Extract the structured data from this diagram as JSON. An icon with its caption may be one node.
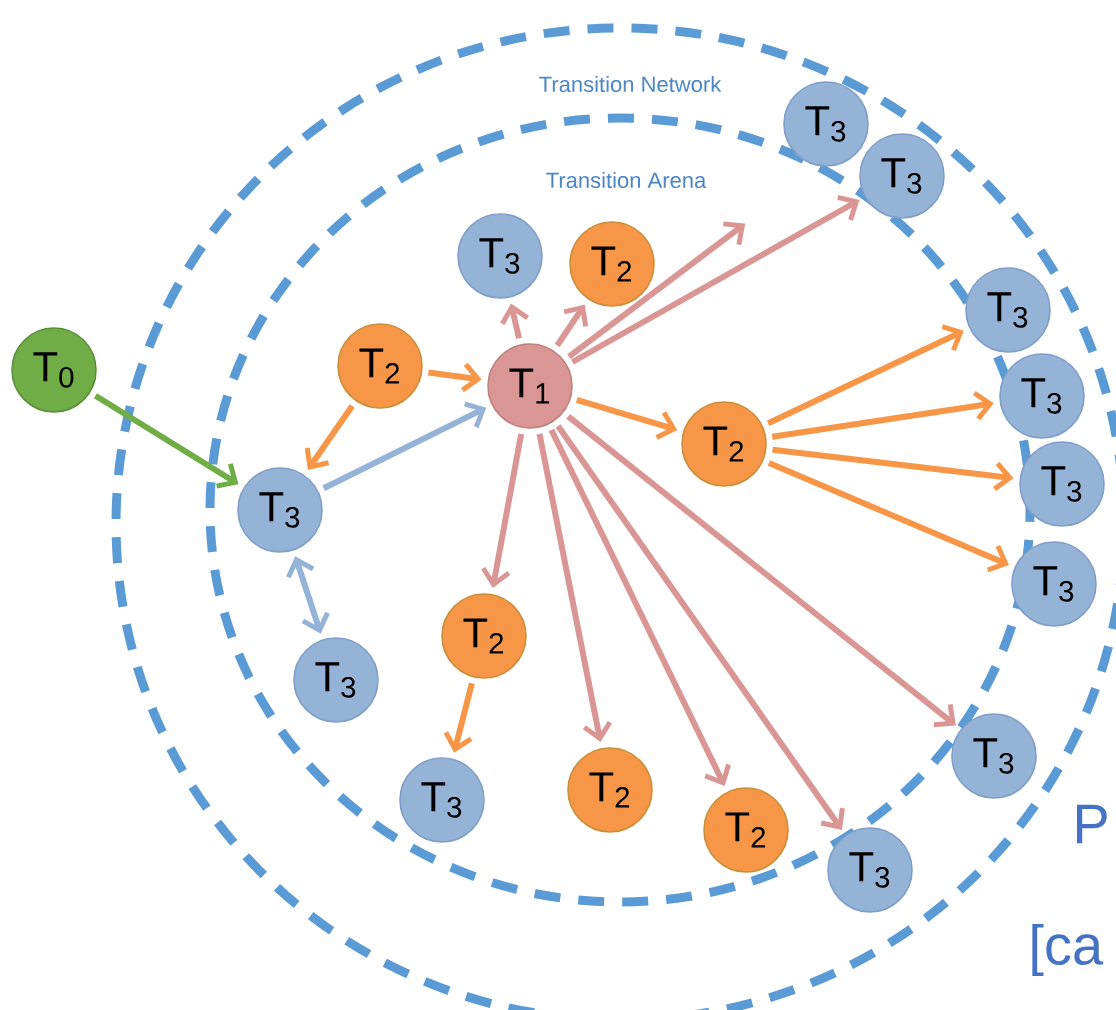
{
  "diagram": {
    "nodes": [
      {
        "text": [
          "Transition Network"
        ]
      },
      {
        "text": [
          "Transition Arena"
        ],
        "in": 0
      },
      {
        "text": [
          "T$_{0}$"
        ]
      },
      {
        "text": [
          "T$_{3}$"
        ],
        "in": 1
      },
      {
        "text": [
          "T$_{3}$"
        ],
        "in": 1
      },
      {
        "text": [
          "T$_{2}$"
        ],
        "in": 1
      },
      {
        "text": [
          "T$_{1}$"
        ],
        "in": 1
      },
      {
        "text": [
          "T$_{3}$"
        ],
        "in": 1
      },
      {
        "text": [
          "T$_{2}$"
        ],
        "in": 1
      },
      {
        "text": [
          "T$_{2}$"
        ],
        "in": 1
      },
      {
        "text": [
          "T$_{3}$"
        ],
        "in": 0
      },
      {
        "text": [
          "T$_{3}$"
        ],
        "in": 0
      },
      {
        "text": [
          "T$_{3}$"
        ],
        "in": 0
      },
      {
        "text": [
          "T$_{3}$"
        ],
        "in": 0
      },
      {
        "text": [
          "T$_{3}$"
        ],
        "in": 0
      },
      {
        "text": [
          "T$_{3}$"
        ],
        "in": 0
      },
      {
        "text": [
          "T$_{2}$"
        ],
        "in": 1
      },
      {
        "text": [
          "T$_{3}$"
        ],
        "in": 1
      },
      {
        "text": [
          "T$_{2}$"
        ],
        "in": 1
      },
      {
        "text": [
          "T$_{2}$"
        ],
        "in": 1
      },
      {
        "text": [
          "T$_{3}$"
        ],
        "in": 0
      },
      {
        "text": [
          "T$_{3}$"
        ],
        "in": 0
      }
    ],
    "edges": [
      {
        "from": 2,
        "to": 3,
        "arrow": "to",
        "color": "#70ad47"
      },
      {
        "from": 3,
        "to": 6,
        "arrow": "to",
        "color": "#95b3d7"
      },
      {
        "from": 5,
        "to": 6,
        "arrow": "to",
        "color": "#f79646"
      },
      {
        "from": 5,
        "to": 3,
        "arrow": "to",
        "color": "#f79646"
      },
      {
        "from": 3,
        "to": 4,
        "arrow": "both",
        "color": "#95b3d7"
      },
      {
        "from": 6,
        "to": 7,
        "arrow": "to"
      },
      {
        "from": 6,
        "to": 8,
        "arrow": "to"
      },
      {
        "from": 6,
        "to": null,
        "arrow": "to"
      },
      {
        "from": 6,
        "to": 11,
        "arrow": "to"
      },
      {
        "from": 6,
        "to": 9,
        "arrow": "to",
        "color": "#f79646"
      },
      {
        "from": 9,
        "to": 12,
        "arrow": "to",
        "color": "#f79646"
      },
      {
        "from": 9,
        "to": 13,
        "arrow": "to",
        "color": "#f79646"
      },
      {
        "from": 9,
        "to": 14,
        "arrow": "to",
        "color": "#f79646"
      },
      {
        "from": 9,
        "to": 15,
        "arrow": "to",
        "color": "#f79646"
      },
      {
        "from": 6,
        "to": 16,
        "arrow": "to"
      },
      {
        "from": 6,
        "to": 18,
        "arrow": "to"
      },
      {
        "from": 6,
        "to": 19,
        "arrow": "to"
      },
      {
        "from": 6,
        "to": 20,
        "arrow": "to"
      },
      {
        "from": 6,
        "to": 21,
        "arrow": "to"
      },
      {
        "from": 16,
        "to": 17,
        "arrow": "to",
        "color": "#f79646"
      }
    ],
    "labels": [
      "P",
      "[ca"
    ]
  }
}
